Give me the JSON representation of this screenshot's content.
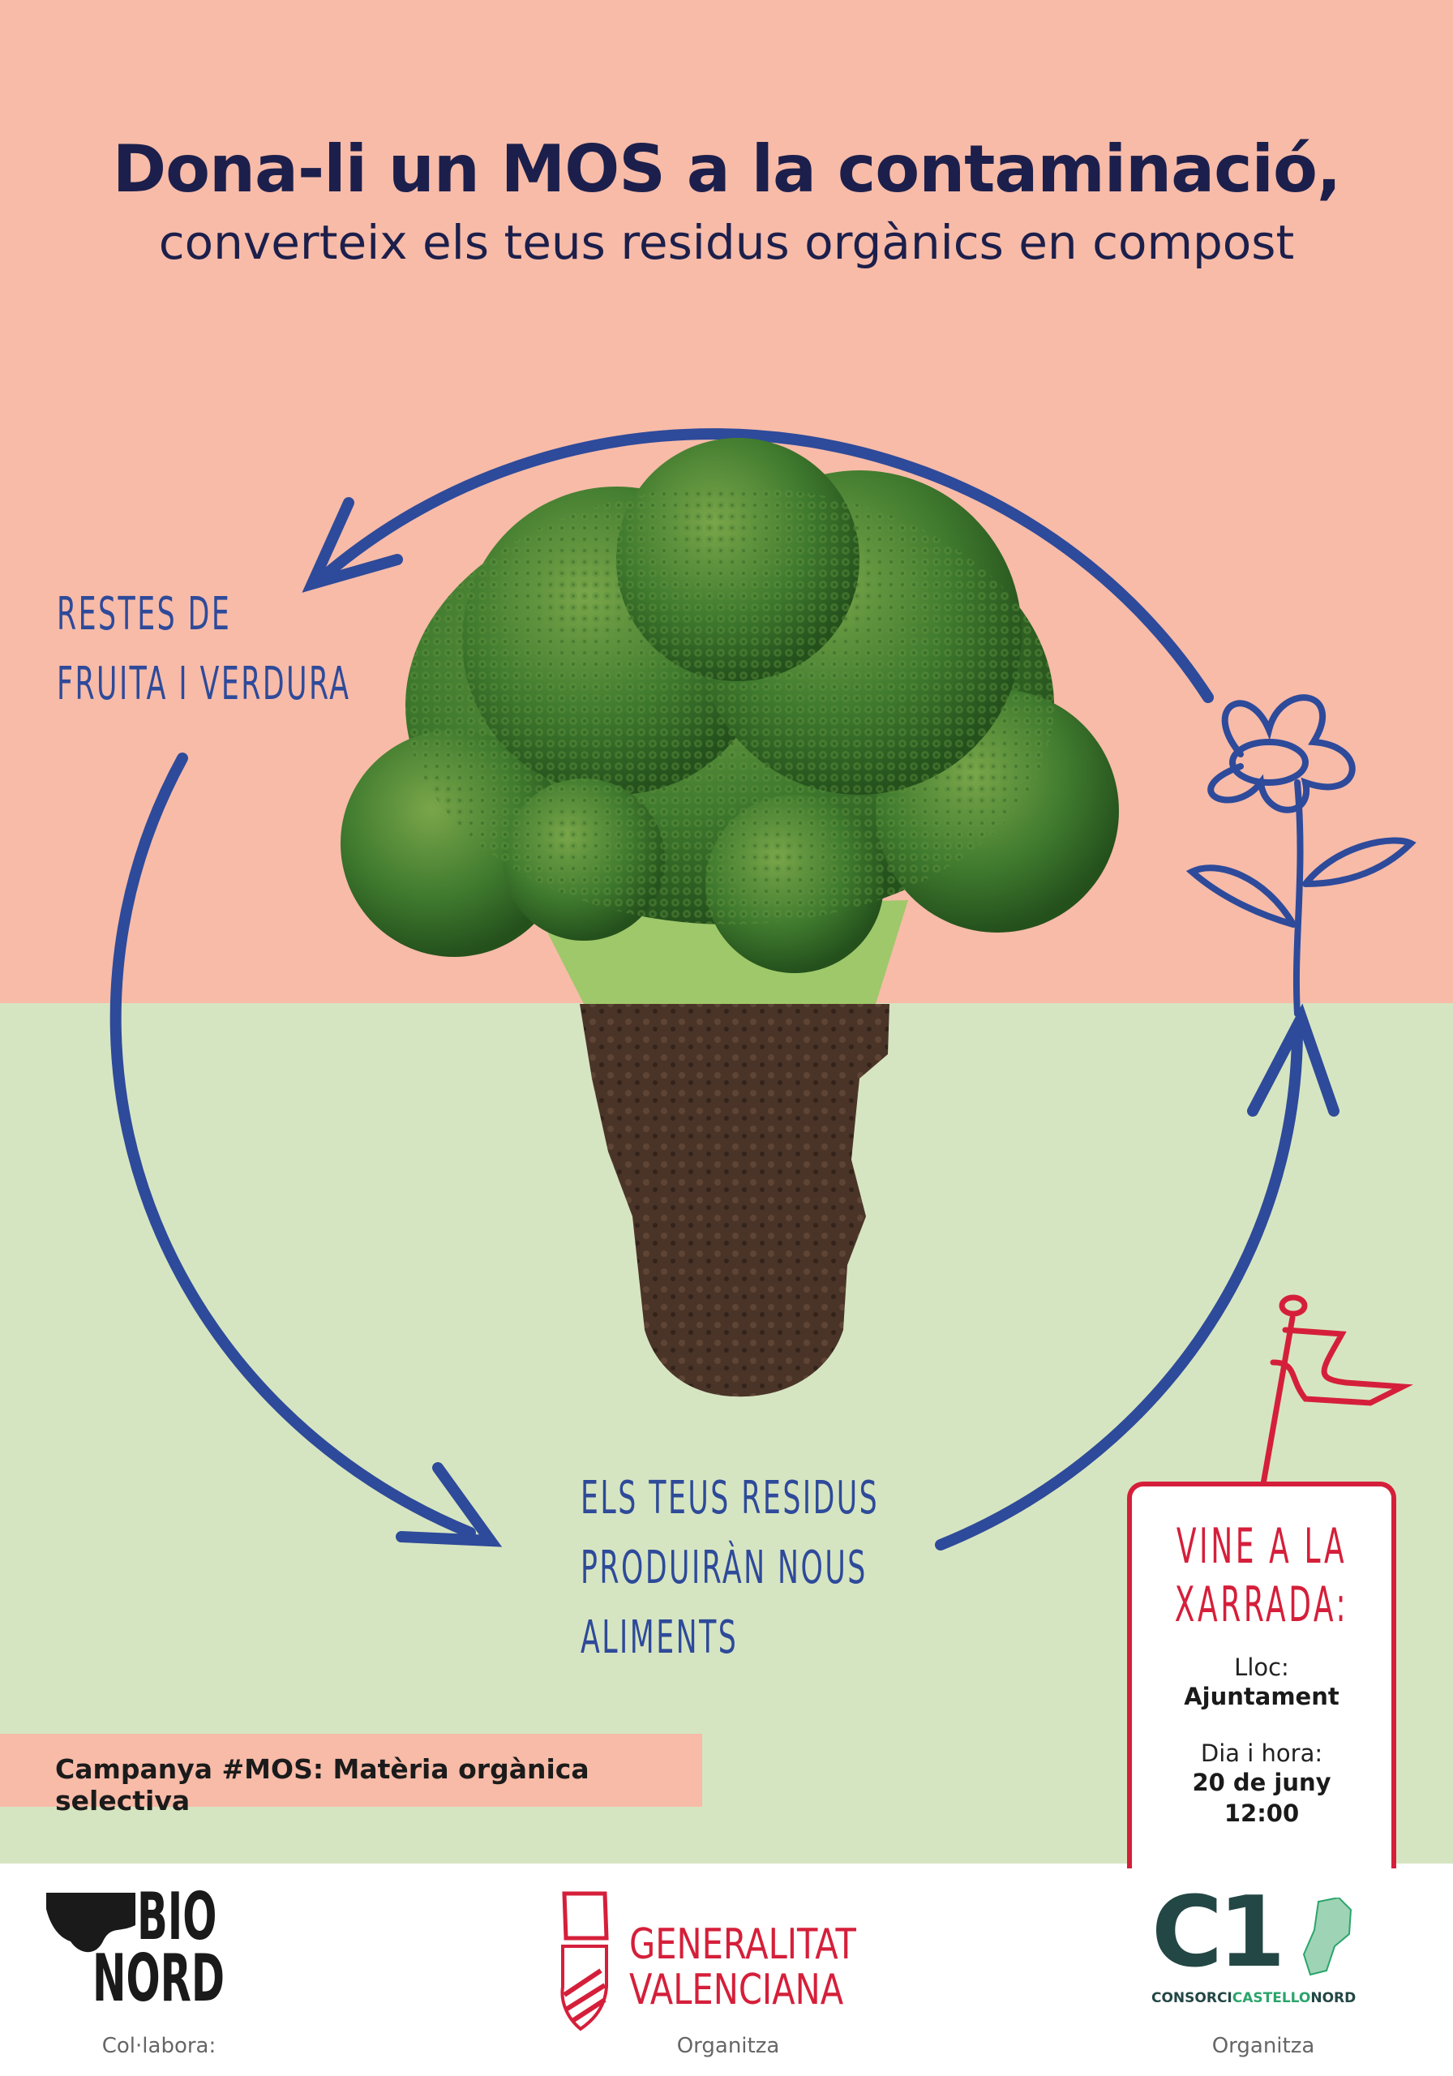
{
  "header": {
    "title": "Dona-li un MOS a la contaminació,",
    "subtitle": "converteix els teus residus orgànics en compost"
  },
  "cycle": {
    "label_top_left": [
      "RESTES DE",
      "FRUITA I VERDURA"
    ],
    "label_bottom": [
      "ELS TEUS RESIDUS",
      "PRODUIRÀN NOUS",
      "ALIMENTS"
    ]
  },
  "campaign": {
    "text": "Campanya #MOS: Matèria orgànica selectiva"
  },
  "event": {
    "heading": [
      "VINE A LA",
      "XARRADA:"
    ],
    "place_label": "Lloc:",
    "place_value": "Ajuntament",
    "date_label": "Dia i hora:",
    "date_value": "20 de juny",
    "time_value": "12:00"
  },
  "footer": {
    "logos": [
      {
        "name": [
          "BIO",
          "NORD"
        ],
        "caption": "Col·labora:"
      },
      {
        "name": [
          "GENERALITAT",
          "VALENCIANA"
        ],
        "caption": "Organitza"
      },
      {
        "name": [
          "C1",
          "CONSORCI",
          "CASTELLO",
          "NORD"
        ],
        "caption": "Organitza"
      }
    ]
  },
  "colors": {
    "pink": "#f7bba8",
    "green": "#d6e5c1",
    "blue": "#2e4a9a",
    "red": "#d51f3a",
    "navy": "#1c1f4b"
  }
}
